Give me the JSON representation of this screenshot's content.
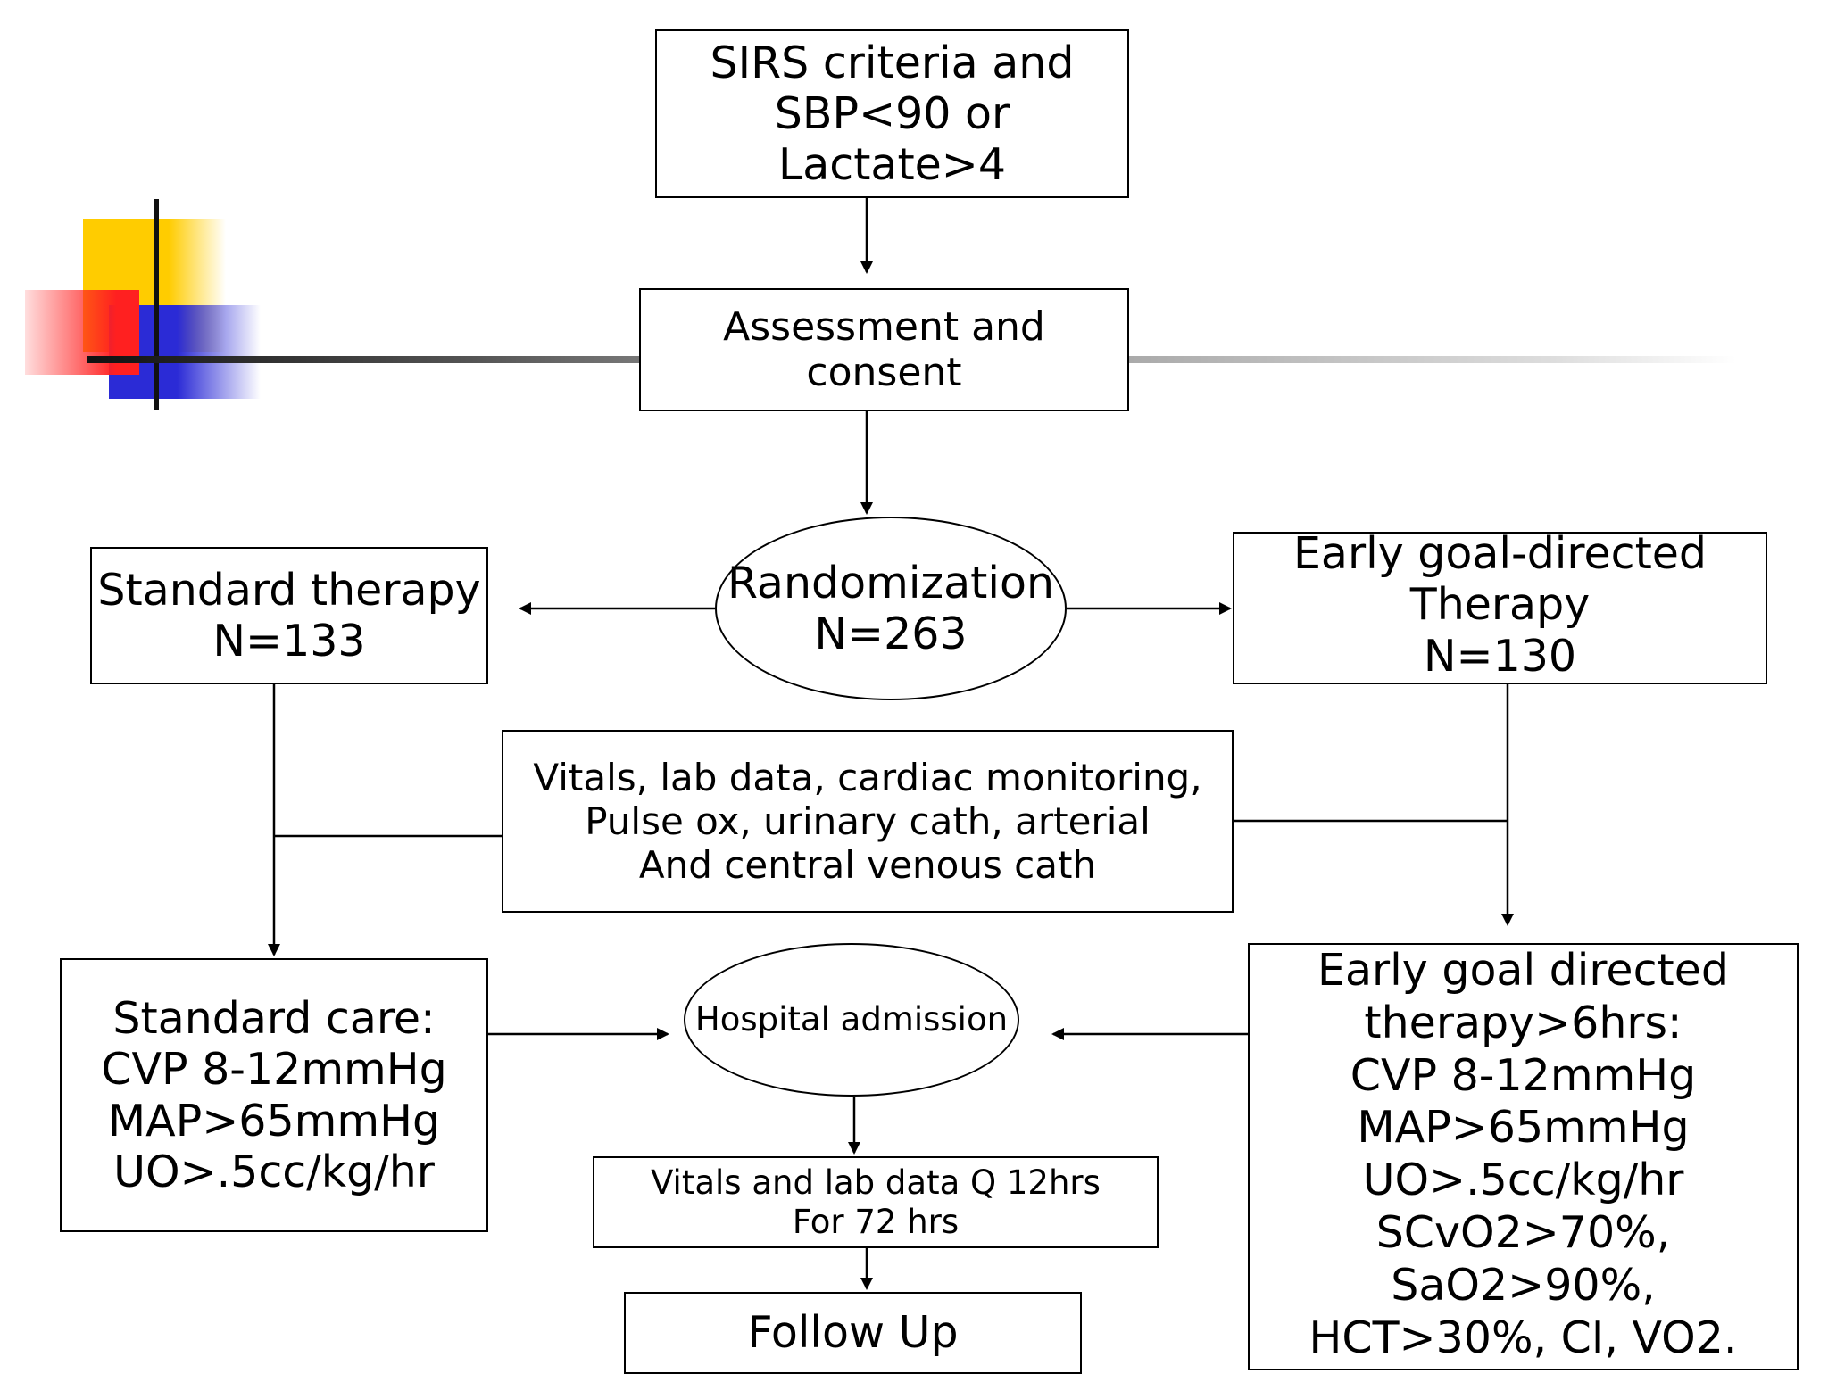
{
  "nodes": {
    "criteria": "SIRS criteria and\nSBP<90 or\nLactate>4",
    "assessment": "Assessment and consent",
    "randomization": "Randomization\nN=263",
    "standard_therapy": "Standard therapy\nN=133",
    "egdt": "Early goal-directed\nTherapy\nN=130",
    "monitoring": "Vitals, lab data, cardiac monitoring,\nPulse ox, urinary cath, arterial\nAnd central venous cath",
    "standard_care": "Standard care:\nCVP 8-12mmHg\nMAP>65mmHg\nUO>.5cc/kg/hr",
    "hospital": "Hospital admission",
    "egdt_goals": "Early goal directed\ntherapy>6hrs:\nCVP 8-12mmHg\nMAP>65mmHg\nUO>.5cc/kg/hr\nSCvO2>70%, SaO2>90%,\nHCT>30%, CI, VO2.",
    "vitals_q12": "Vitals and lab data Q 12hrs\nFor 72 hrs",
    "follow_up": "Follow Up"
  },
  "colors": {
    "accent_yellow": "#ffcc00",
    "accent_red": "#ff2020",
    "accent_blue": "#2b2bd6",
    "rule_gray": "#555555"
  }
}
